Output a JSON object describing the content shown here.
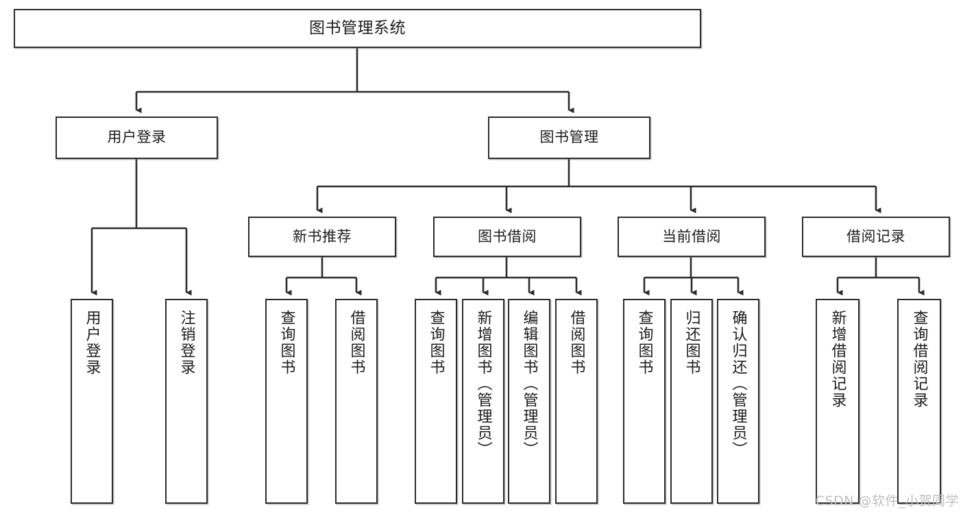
{
  "diagram": {
    "type": "tree-hierarchy",
    "orientation": "top-down",
    "stroke_color": "#2b2b2b",
    "box_fill": "#ffffff",
    "text_color": "#1c1c1c",
    "watermark_color": "#bfbfbf"
  },
  "watermark": {
    "text": "CSDN @软件_小贺同学"
  },
  "nodes": {
    "root": {
      "label": "图书管理系统"
    },
    "level1": [
      {
        "label": "用户登录"
      },
      {
        "label": "图书管理"
      }
    ],
    "level2": [
      {
        "label": "新书推荐"
      },
      {
        "label": "图书借阅"
      },
      {
        "label": "当前借阅"
      },
      {
        "label": "借阅记录"
      }
    ],
    "leaves": {
      "user_login": [
        {
          "label": "用户登录"
        },
        {
          "label": "注销登录"
        }
      ],
      "new_book_recommend": [
        {
          "label": "查询图书"
        },
        {
          "label": "借阅图书"
        }
      ],
      "book_borrow": [
        {
          "label": "查询图书"
        },
        {
          "label": "新增图书（管理员）"
        },
        {
          "label": "编辑图书（管理员）"
        },
        {
          "label": "借阅图书"
        }
      ],
      "current_borrow": [
        {
          "label": "查询图书"
        },
        {
          "label": "归还图书"
        },
        {
          "label": "确认归还（管理员）"
        }
      ],
      "borrow_record": [
        {
          "label": "新增借阅记录"
        },
        {
          "label": "查询借阅记录"
        }
      ]
    }
  }
}
